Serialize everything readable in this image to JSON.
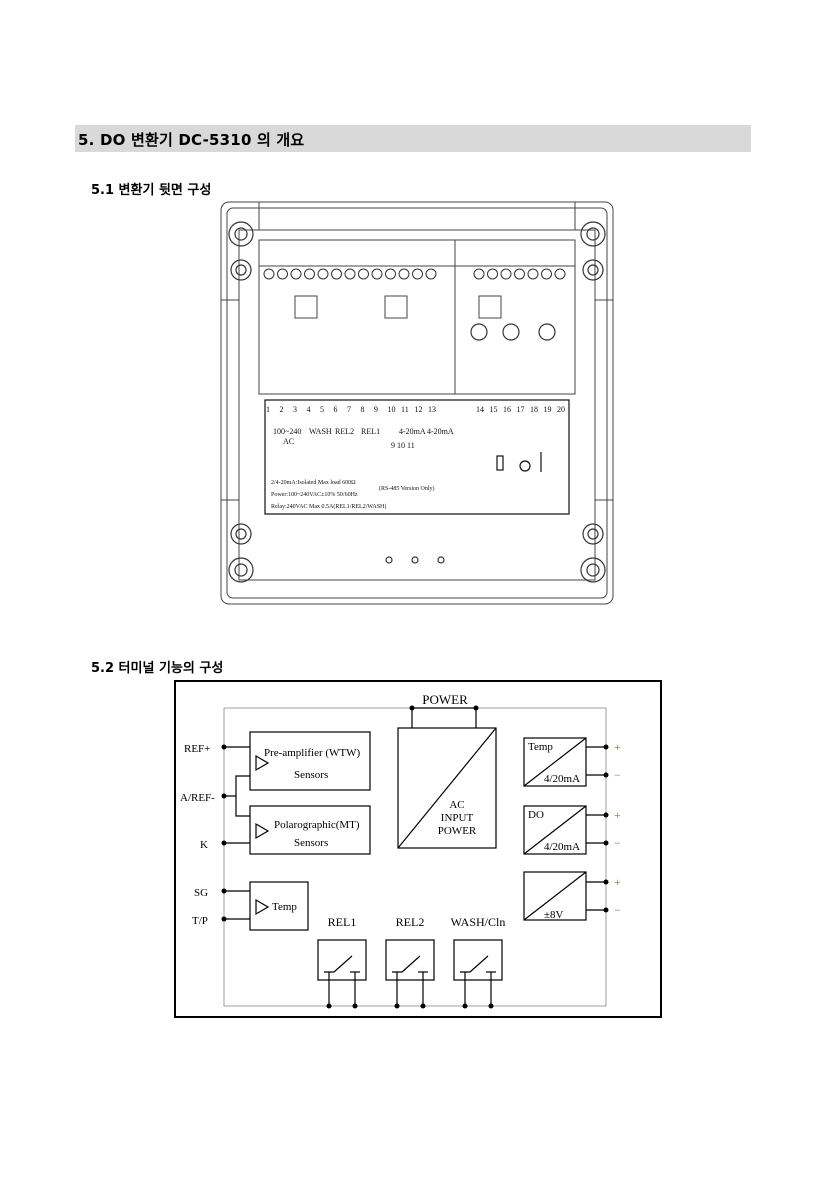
{
  "section": {
    "title": "5. DO 변환기 DC-5310 의 개요"
  },
  "sub1": {
    "title": "5.1 변환기 뒷면 구성"
  },
  "sub2": {
    "title": "5.2 터미널 기능의 구성"
  },
  "rear_panel": {
    "terminal_numbers": [
      "1",
      "2",
      "3",
      "4",
      "5",
      "6",
      "7",
      "8",
      "9",
      "10",
      "11",
      "12",
      "13",
      "14",
      "15",
      "16",
      "17",
      "18",
      "19",
      "20"
    ],
    "labels": {
      "ac": "100~240\nAC",
      "wash": "WASH",
      "rel2": "REL2",
      "rel1": "REL1",
      "rs1": "4-20mA",
      "rs2": "4-20mA",
      "bus_numbers": "9  10  11",
      "rs485_note": "(RS-485 Version Only)"
    },
    "notes": [
      "2/4-20mA:Isolated Max load 600Ω",
      "Power:100~240VAC±10% 50/60Hz",
      "Relay:240VAC Max 0.5A(REL1/REL2/WASH)"
    ]
  },
  "block_diagram": {
    "power": "POWER",
    "left_labels": [
      "REF+",
      "A/REF-",
      "K",
      "SG",
      "T/P"
    ],
    "preamp": [
      "Pre-amplifier (WTW)",
      "Sensors"
    ],
    "polaro": [
      "Polarographic(MT)",
      "Sensors"
    ],
    "temp_in": "Temp",
    "ac": [
      "AC",
      "INPUT",
      "POWER"
    ],
    "out_temp": [
      "Temp",
      "4/20mA"
    ],
    "out_do": [
      "DO",
      "4/20mA"
    ],
    "out_pm": "±8V",
    "relays": [
      "REL1",
      "REL2",
      "WASH/Cln"
    ],
    "signs": [
      "+",
      "−",
      "+",
      "−",
      "+",
      "−"
    ]
  }
}
